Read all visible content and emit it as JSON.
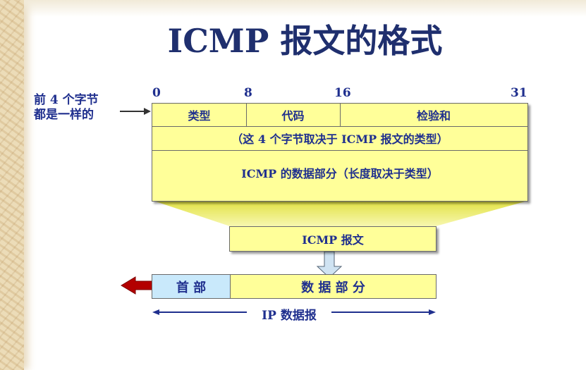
{
  "title": "ICMP 报文的格式",
  "side_note": {
    "line1": "前 4 个字节",
    "line2": "都是一样的"
  },
  "bit_ticks": [
    "0",
    "8",
    "16",
    "31"
  ],
  "header_fields": {
    "type": "类型",
    "code": "代码",
    "checksum": "检验和"
  },
  "rest_of_header": "（这 4 个字节取决于 ICMP 报文的类型）",
  "icmp_data": "ICMP 的数据部分（长度取决于类型）",
  "icmp_packet": "ICMP 报文",
  "ip_datagram": {
    "header": "首 部",
    "data": "数 据 部 分",
    "label": "IP 数据报"
  },
  "colors": {
    "title": "#1f2f6e",
    "text": "#1f2f8e",
    "yellow": "#ffff99",
    "header_blue": "#c9e9fb",
    "arrow_red": "#b30000"
  }
}
